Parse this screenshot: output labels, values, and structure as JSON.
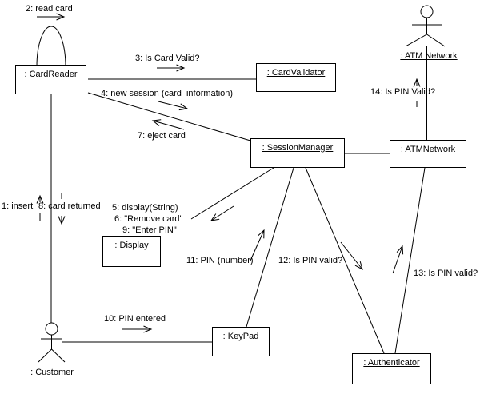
{
  "diagram": {
    "type": "uml-collaboration-diagram",
    "subject": "ATM PIN validation scenario"
  },
  "colors": {
    "line": "#000000",
    "text": "#000000",
    "background": "#ffffff"
  },
  "nodes": {
    "card_reader": {
      "label": ": CardReader"
    },
    "card_validator": {
      "label": ": CardValidator"
    },
    "session_manager": {
      "label": ": SessionManager"
    },
    "atm_network": {
      "label": ": ATMNetwork"
    },
    "display": {
      "label": ": Display"
    },
    "keypad": {
      "label": ": KeyPad"
    },
    "authenticator": {
      "label": ": Authenticator"
    }
  },
  "actors": {
    "customer": {
      "label": ": Customer"
    },
    "atm_network": {
      "label": ": ATM Network"
    }
  },
  "messages": {
    "m1": {
      "text": "1: insert",
      "direction": "up"
    },
    "m2": {
      "text": "2: read card",
      "direction": "right"
    },
    "m3": {
      "text": "3: Is Card Valid?",
      "direction": "right"
    },
    "m4": {
      "text": "4: new session (card  information)",
      "direction": "down-right"
    },
    "m5": {
      "text": "5: display(String)",
      "direction": "down-left"
    },
    "m6": {
      "text": "6: \"Remove card\"",
      "direction": "down-left"
    },
    "m7": {
      "text": "7: eject card",
      "direction": "up-left"
    },
    "m8": {
      "text": "8: card returned",
      "direction": "down"
    },
    "m9": {
      "text": "9: \"Enter PIN\"",
      "direction": "down-left"
    },
    "m10": {
      "text": "10: PIN entered",
      "direction": "right"
    },
    "m11": {
      "text": "11: PIN (number)",
      "direction": "up-right"
    },
    "m12": {
      "text": "12: Is PIN valid?",
      "direction": "down-right"
    },
    "m13": {
      "text": "13: Is PIN valid?",
      "direction": "up-right"
    },
    "m14": {
      "text": "14: Is PIN Valid?",
      "direction": "up"
    }
  }
}
